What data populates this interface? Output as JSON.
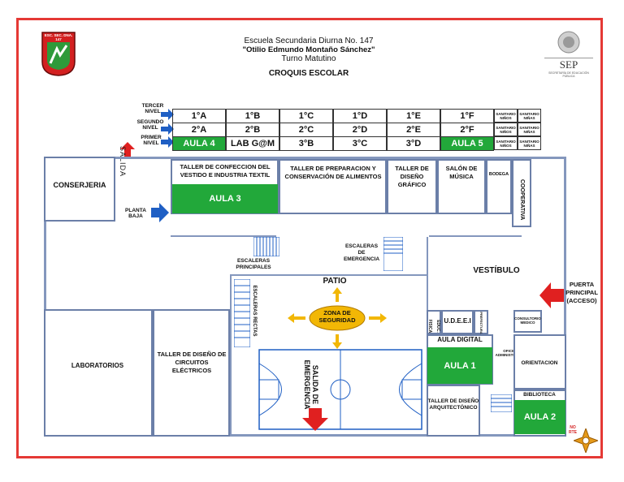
{
  "header": {
    "school_name": "Escuela Secundaria Diurna No. 147",
    "school_person": "\"Otilio Edmundo Montaño Sánchez\"",
    "shift": "Turno Matutino",
    "doc_title": "CROQUIS ESCOLAR",
    "logo_text": "ESC. SEC. DNA. 147",
    "sep_label": "SEP",
    "sep_sub": "SECRETARÍA DE EDUCACIÓN PÚBLICA"
  },
  "levels": {
    "third": "TERCER NIVEL",
    "second": "SEGUNDO NIVEL",
    "first": "PRIMER NIVEL",
    "ground": "PLANTA BAJA"
  },
  "grid": {
    "row1": [
      "1°A",
      "1°B",
      "1°C",
      "1°D",
      "1°E",
      "1°F"
    ],
    "row2": [
      "2°A",
      "2°B",
      "2°C",
      "2°D",
      "2°E",
      "2°F"
    ],
    "row3": [
      "AULA 4",
      "LAB G@M",
      "3°B",
      "3°C",
      "3°D",
      "AULA 5"
    ],
    "restrooms": [
      [
        "SANITARIO NIÑOS",
        "SANITARIO NIÑAS"
      ],
      [
        "SANITARIO NIÑOS",
        "SANITARIO NIÑAS"
      ],
      [
        "SANITARIO NIÑOS",
        "SANITARIO NIÑAS"
      ]
    ]
  },
  "rooms": {
    "salida_top": "SALIDA",
    "conserjeria": "CONSERJERIA",
    "taller_confeccion": "TALLER DE CONFECCION DEL VESTIDO E INDUSTRIA TEXTIL",
    "aula3": "AULA 3",
    "taller_preparacion": "TALLER DE PREPARACION Y CONSERVACIÓN DE ALIMENTOS",
    "taller_diseno_grafico": "TALLER DE DISEÑO GRÁFICO",
    "salon_musica": "SALÓN DE MÚSICA",
    "bodega": "BODEGA",
    "cooperativa": "COOPERATIVA",
    "escaleras_principales": "ESCALERAS PRINCIPALES",
    "escaleras_emergencia": "ESCALERAS DE EMERGENCIA",
    "escaleras_rectas": "ESCALERAS RECTAS",
    "vestibulo": "VESTÍBULO",
    "patio": "PATIO",
    "zona_seguridad": "ZONA DE SEGURIDAD",
    "puerta_principal": "PUERTA PRINCIPAL (ACCESO)",
    "laboratorios": "LABORATORIOS",
    "taller_circuitos": "TALLER DE DISEÑO DE CIRCUITOS ELÉCTRICOS",
    "salida_emergencia": "SALIDA DE EMERGENCIA",
    "educ_fisica": "EDUC. FISICA",
    "udeei": "U.D.E.E.I",
    "prefectura": "PREFECTURA",
    "consultorio": "CONSULTORIO MEDICO",
    "aula_digital": "AULA DIGITAL",
    "aula1": "AULA 1",
    "oficinas": "OFICINAS ADMINISTRATIVAS",
    "orientacion": "ORIENTACION",
    "biblioteca": "BIBLIOTECA",
    "taller_arquitectonico": "TALLER DE DISEÑO ARQUITECTÓNICO",
    "aula2": "AULA 2",
    "norte": "NORTE"
  },
  "colors": {
    "frame": "#e53935",
    "green": "#22a83a",
    "blue_arrow": "#1f5fc4",
    "red_arrow": "#e02020",
    "safety_zone": "#f2b705",
    "wall": "#8497bd"
  }
}
